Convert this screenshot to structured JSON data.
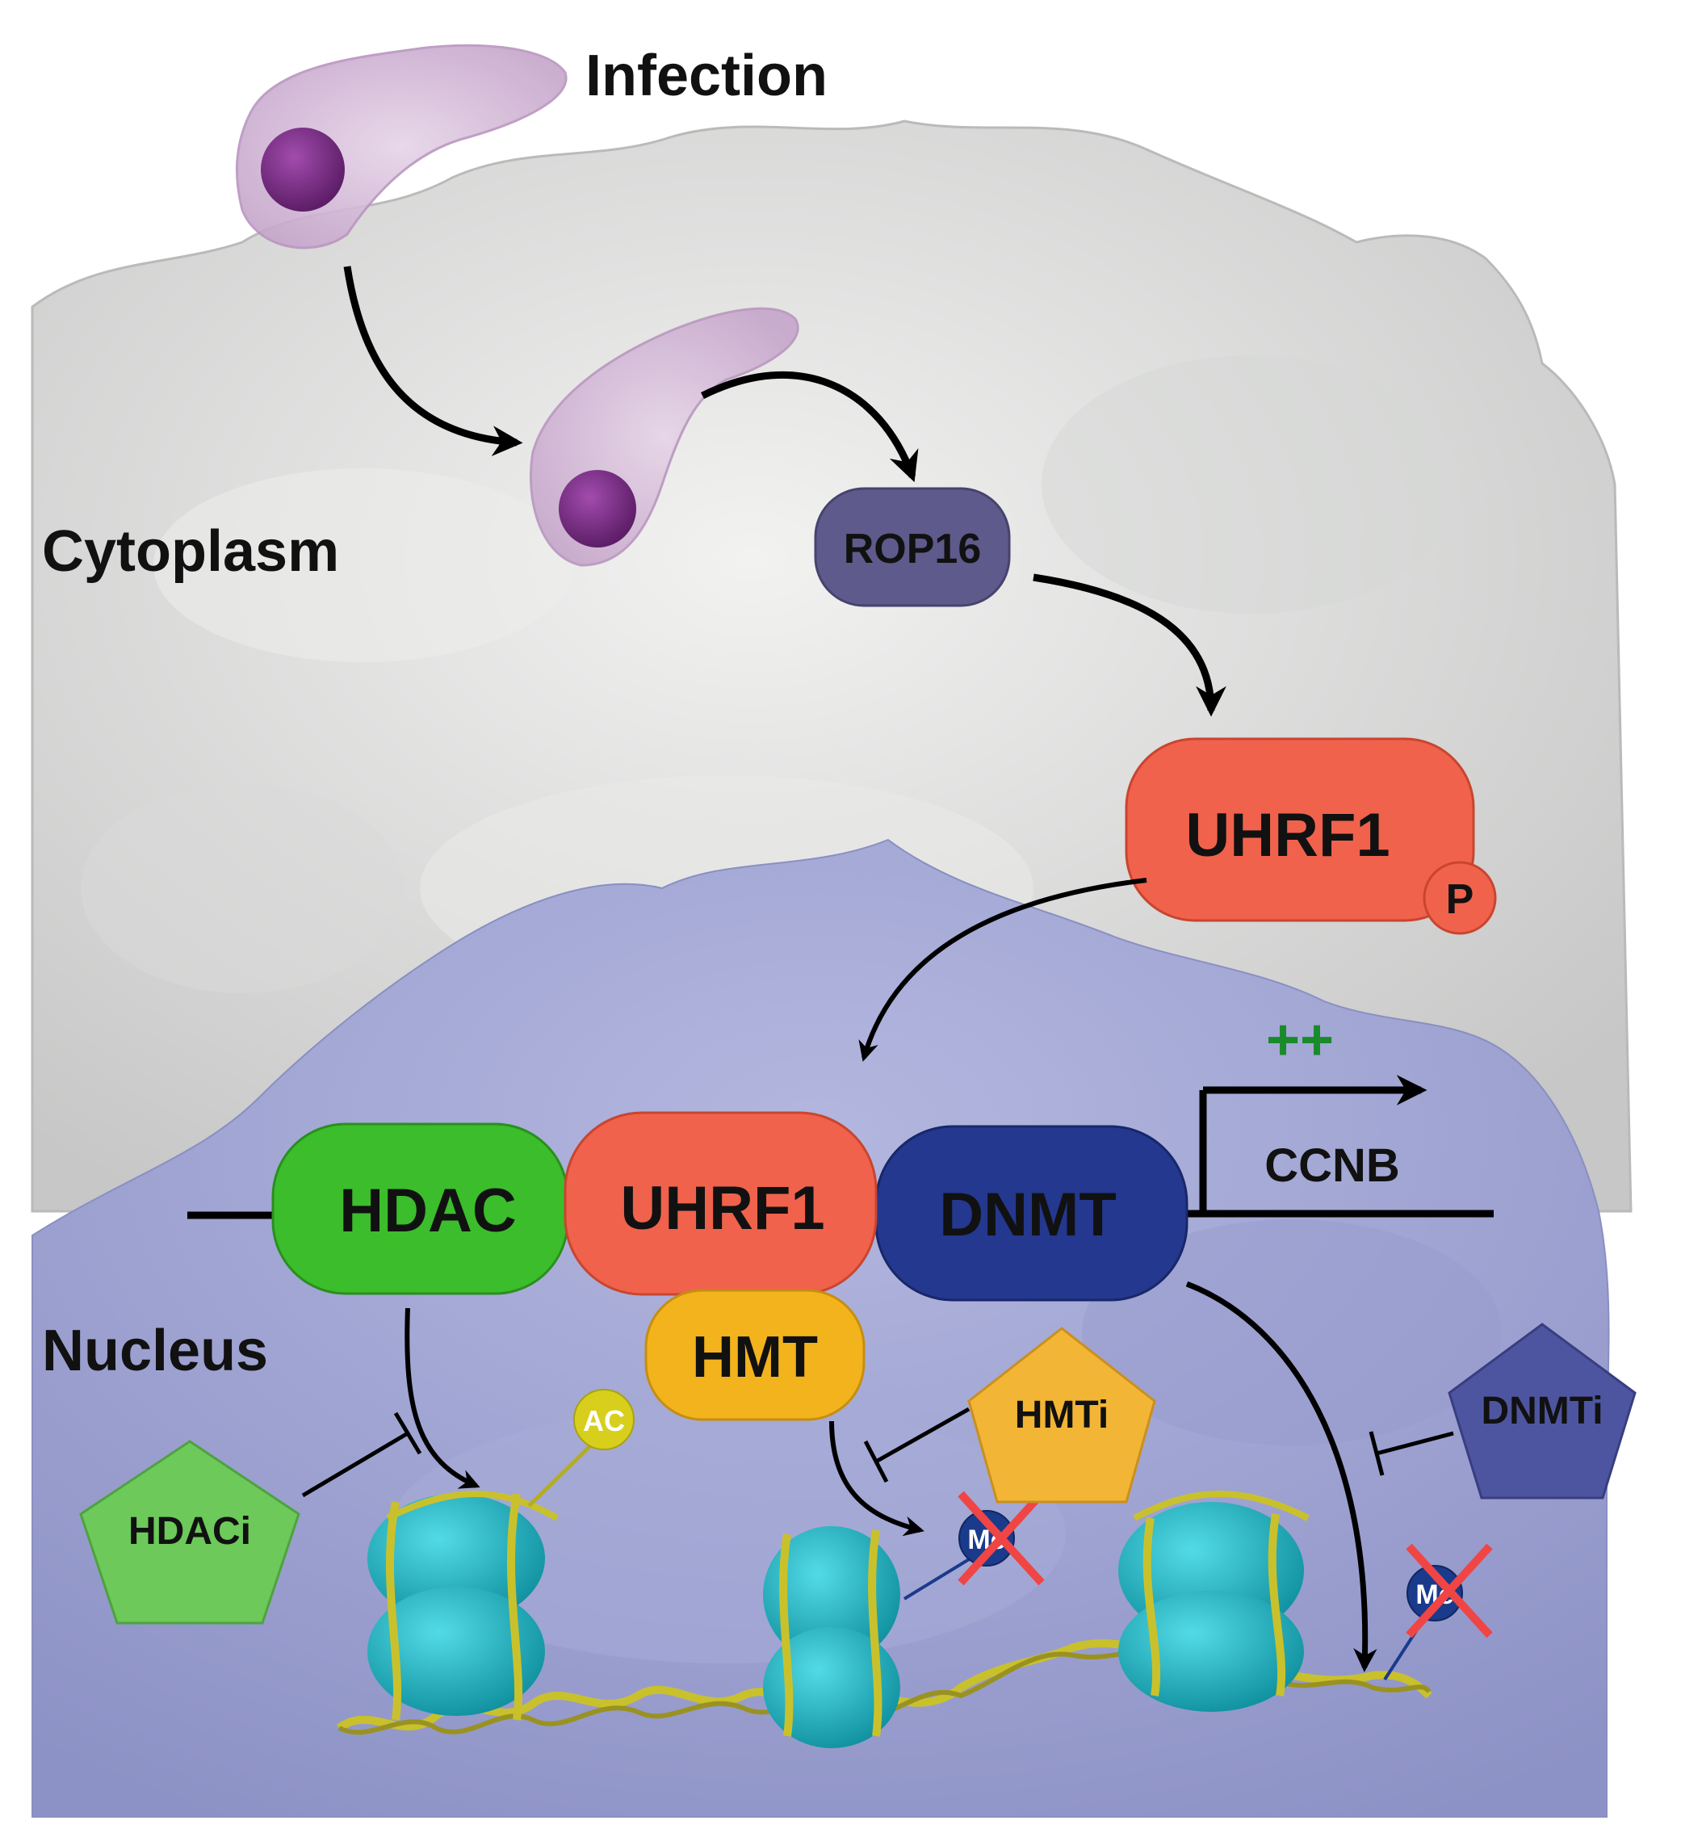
{
  "regions": {
    "infection": "Infection",
    "cytoplasm": "Cytoplasm",
    "nucleus": "Nucleus"
  },
  "proteins": {
    "rop16": "ROP16",
    "uhrf1_cyto": "UHRF1",
    "phospho": "P",
    "hdac": "HDAC",
    "uhrf1_nuc": "UHRF1",
    "dnmt": "DNMT",
    "hmt": "HMT"
  },
  "inhibitors": {
    "hdaci": "HDACi",
    "hmti": "HMTi",
    "dnmti": "DNMTi"
  },
  "gene": {
    "name": "CCNB",
    "activation": "++"
  },
  "marks": {
    "acetyl": "AC",
    "methyl_1": "Me",
    "methyl_2": "Me"
  },
  "colors": {
    "cytoplasm": "#dcdddc",
    "nucleus": "#9ea3d1",
    "parasite": "#c9a9cc",
    "parasite_nucleus": "#7a2a85",
    "rop16": "#5f5a8c",
    "uhrf1": "#f0624c",
    "hdac": "#3bbd2c",
    "dnmt": "#24388f",
    "hmt": "#f2b31c",
    "hdaci": "#6cc95a",
    "hmti": "#f2b535",
    "dnmti": "#4e55a0",
    "histone": "#1cb4c4",
    "dna": "#c9c12c",
    "acetyl": "#d7cf1c",
    "methyl": "#1a3a8c",
    "cross": "#f04545",
    "activation": "#1a8a2a"
  }
}
